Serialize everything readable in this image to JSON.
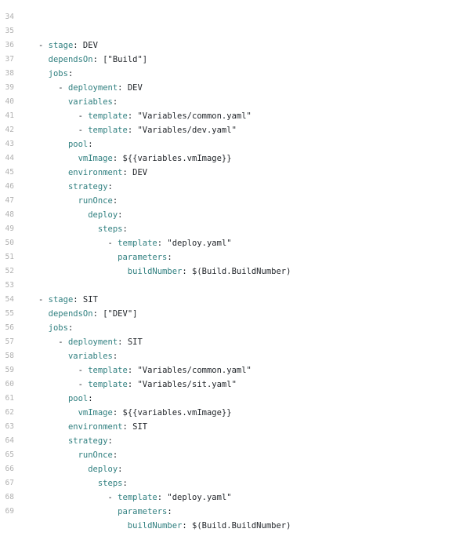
{
  "editor": {
    "colors": {
      "background": "#ffffff",
      "line_number": "#b0b0b0",
      "key": "#2f7f7f",
      "text": "#1f2328"
    },
    "lines": [
      {
        "number": "34",
        "indent": "",
        "dash": "",
        "key": "",
        "sep": "",
        "value": ""
      },
      {
        "number": "35",
        "indent": "",
        "dash": "- ",
        "key": "stage",
        "sep": ": ",
        "value": "DEV"
      },
      {
        "number": "36",
        "indent": "  ",
        "dash": "",
        "key": "dependsOn",
        "sep": ": ",
        "value": "[\"Build\"]"
      },
      {
        "number": "37",
        "indent": "  ",
        "dash": "",
        "key": "jobs",
        "sep": ":",
        "value": ""
      },
      {
        "number": "38",
        "indent": "    ",
        "dash": "- ",
        "key": "deployment",
        "sep": ": ",
        "value": "DEV"
      },
      {
        "number": "39",
        "indent": "      ",
        "dash": "",
        "key": "variables",
        "sep": ":",
        "value": ""
      },
      {
        "number": "40",
        "indent": "        ",
        "dash": "- ",
        "key": "template",
        "sep": ": ",
        "value": "\"Variables/common.yaml\""
      },
      {
        "number": "41",
        "indent": "        ",
        "dash": "- ",
        "key": "template",
        "sep": ": ",
        "value": "\"Variables/dev.yaml\""
      },
      {
        "number": "42",
        "indent": "      ",
        "dash": "",
        "key": "pool",
        "sep": ":",
        "value": ""
      },
      {
        "number": "43",
        "indent": "        ",
        "dash": "",
        "key": "vmImage",
        "sep": ": ",
        "value": "${{variables.vmImage}}"
      },
      {
        "number": "44",
        "indent": "      ",
        "dash": "",
        "key": "environment",
        "sep": ": ",
        "value": "DEV"
      },
      {
        "number": "45",
        "indent": "      ",
        "dash": "",
        "key": "strategy",
        "sep": ":",
        "value": ""
      },
      {
        "number": "46",
        "indent": "        ",
        "dash": "",
        "key": "runOnce",
        "sep": ":",
        "value": ""
      },
      {
        "number": "47",
        "indent": "          ",
        "dash": "",
        "key": "deploy",
        "sep": ":",
        "value": ""
      },
      {
        "number": "48",
        "indent": "            ",
        "dash": "",
        "key": "steps",
        "sep": ":",
        "value": ""
      },
      {
        "number": "49",
        "indent": "              ",
        "dash": "- ",
        "key": "template",
        "sep": ": ",
        "value": "\"deploy.yaml\""
      },
      {
        "number": "50",
        "indent": "                ",
        "dash": "",
        "key": "parameters",
        "sep": ":",
        "value": ""
      },
      {
        "number": "51",
        "indent": "                  ",
        "dash": "",
        "key": "buildNumber",
        "sep": ": ",
        "value": "$(Build.BuildNumber)"
      },
      {
        "number": "52",
        "indent": "",
        "dash": "",
        "key": "",
        "sep": "",
        "value": ""
      },
      {
        "number": "53",
        "indent": "",
        "dash": "- ",
        "key": "stage",
        "sep": ": ",
        "value": "SIT"
      },
      {
        "number": "54",
        "indent": "  ",
        "dash": "",
        "key": "dependsOn",
        "sep": ": ",
        "value": "[\"DEV\"]"
      },
      {
        "number": "55",
        "indent": "  ",
        "dash": "",
        "key": "jobs",
        "sep": ":",
        "value": ""
      },
      {
        "number": "56",
        "indent": "    ",
        "dash": "- ",
        "key": "deployment",
        "sep": ": ",
        "value": "SIT"
      },
      {
        "number": "57",
        "indent": "      ",
        "dash": "",
        "key": "variables",
        "sep": ":",
        "value": ""
      },
      {
        "number": "58",
        "indent": "        ",
        "dash": "- ",
        "key": "template",
        "sep": ": ",
        "value": "\"Variables/common.yaml\""
      },
      {
        "number": "59",
        "indent": "        ",
        "dash": "- ",
        "key": "template",
        "sep": ": ",
        "value": "\"Variables/sit.yaml\""
      },
      {
        "number": "60",
        "indent": "      ",
        "dash": "",
        "key": "pool",
        "sep": ":",
        "value": ""
      },
      {
        "number": "61",
        "indent": "        ",
        "dash": "",
        "key": "vmImage",
        "sep": ": ",
        "value": "${{variables.vmImage}}"
      },
      {
        "number": "62",
        "indent": "      ",
        "dash": "",
        "key": "environment",
        "sep": ": ",
        "value": "SIT"
      },
      {
        "number": "63",
        "indent": "      ",
        "dash": "",
        "key": "strategy",
        "sep": ":",
        "value": ""
      },
      {
        "number": "64",
        "indent": "        ",
        "dash": "",
        "key": "runOnce",
        "sep": ":",
        "value": ""
      },
      {
        "number": "65",
        "indent": "          ",
        "dash": "",
        "key": "deploy",
        "sep": ":",
        "value": ""
      },
      {
        "number": "66",
        "indent": "            ",
        "dash": "",
        "key": "steps",
        "sep": ":",
        "value": ""
      },
      {
        "number": "67",
        "indent": "              ",
        "dash": "- ",
        "key": "template",
        "sep": ": ",
        "value": "\"deploy.yaml\""
      },
      {
        "number": "68",
        "indent": "                ",
        "dash": "",
        "key": "parameters",
        "sep": ":",
        "value": ""
      },
      {
        "number": "69",
        "indent": "                  ",
        "dash": "",
        "key": "buildNumber",
        "sep": ": ",
        "value": "$(Build.BuildNumber)"
      }
    ]
  }
}
